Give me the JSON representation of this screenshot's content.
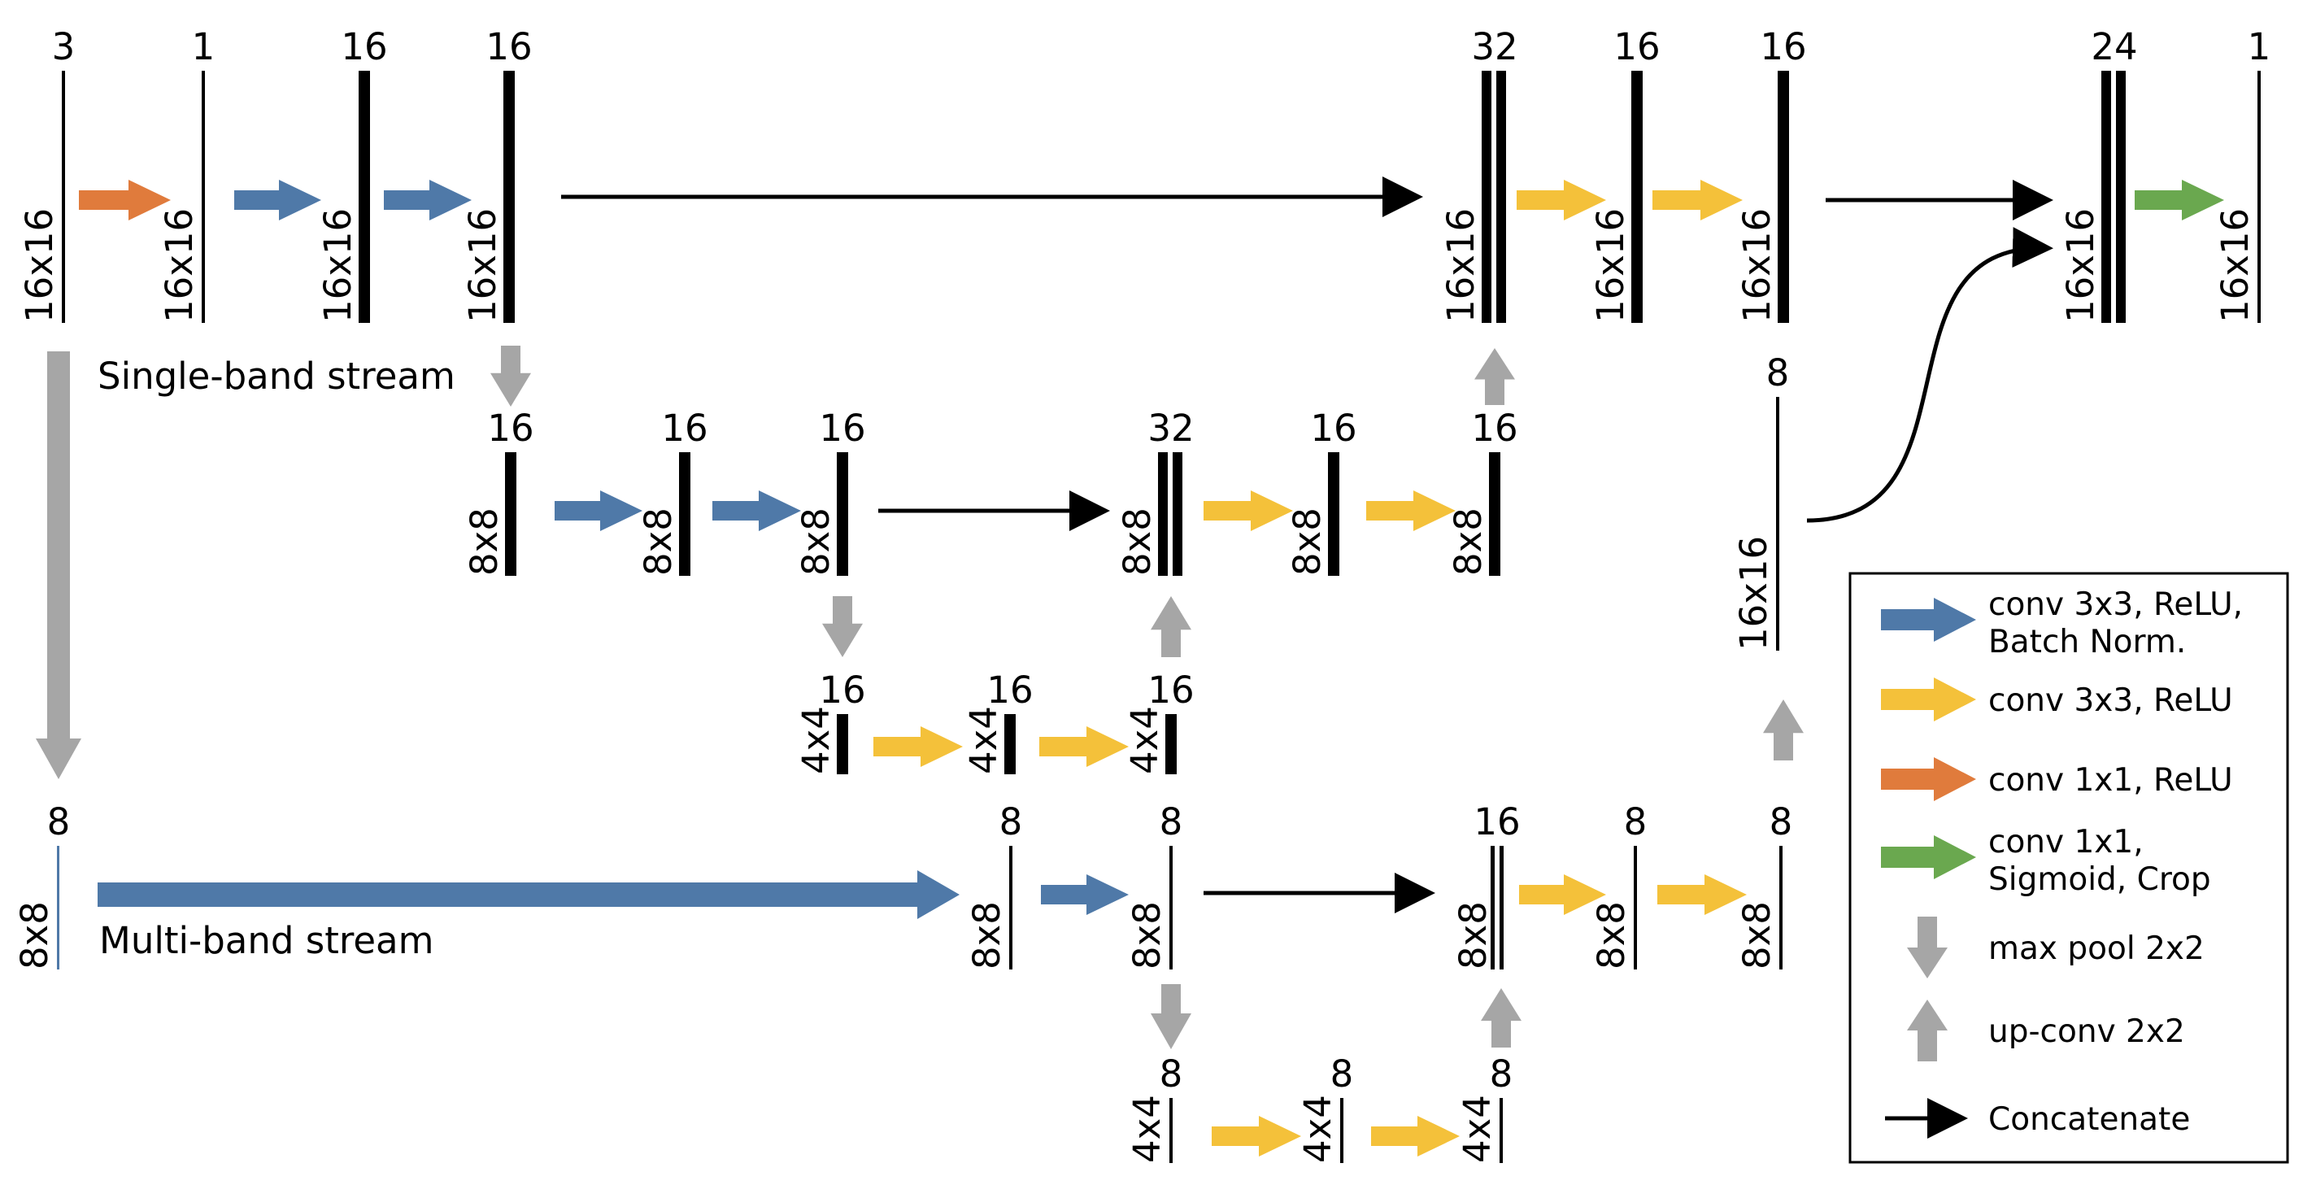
{
  "colors": {
    "conv_bn": "#4f79a8",
    "conv_relu": "#f4c13a",
    "conv_1x1_relu": "#e07b3c",
    "conv_1x1_sigmoid": "#6aa84f",
    "pool": "#a6a6a6",
    "upconv": "#a6a6a6",
    "concat": "#000000",
    "thin_bar": "#4f79a8"
  },
  "streams": {
    "single": "Single-band stream",
    "multi": "Multi-band stream"
  },
  "bars": [
    {
      "id": "s1",
      "channels": "3",
      "size": "16x16"
    },
    {
      "id": "s2",
      "channels": "1",
      "size": "16x16"
    },
    {
      "id": "s3",
      "channels": "16",
      "size": "16x16"
    },
    {
      "id": "s4",
      "channels": "16",
      "size": "16x16"
    },
    {
      "id": "s5",
      "channels": "32",
      "size": "16x16"
    },
    {
      "id": "s6",
      "channels": "16",
      "size": "16x16"
    },
    {
      "id": "s7",
      "channels": "16",
      "size": "16x16"
    },
    {
      "id": "s8",
      "channels": "24",
      "size": "16x16"
    },
    {
      "id": "s9",
      "channels": "1",
      "size": "16x16"
    },
    {
      "id": "a1",
      "channels": "16",
      "size": "8x8"
    },
    {
      "id": "a2",
      "channels": "16",
      "size": "8x8"
    },
    {
      "id": "a3",
      "channels": "16",
      "size": "8x8"
    },
    {
      "id": "a4",
      "channels": "32",
      "size": "8x8"
    },
    {
      "id": "a5",
      "channels": "16",
      "size": "8x8"
    },
    {
      "id": "a6",
      "channels": "16",
      "size": "8x8"
    },
    {
      "id": "b1",
      "channels": "16",
      "size": "4x4"
    },
    {
      "id": "b2",
      "channels": "16",
      "size": "4x4"
    },
    {
      "id": "b3",
      "channels": "16",
      "size": "4x4"
    },
    {
      "id": "r1",
      "channels": "8",
      "size": "16x16"
    },
    {
      "id": "m0",
      "channels": "8",
      "size": "8x8"
    },
    {
      "id": "m1",
      "channels": "8",
      "size": "8x8"
    },
    {
      "id": "m2",
      "channels": "8",
      "size": "8x8"
    },
    {
      "id": "m3",
      "channels": "16",
      "size": "8x8"
    },
    {
      "id": "m4",
      "channels": "8",
      "size": "8x8"
    },
    {
      "id": "m5",
      "channels": "8",
      "size": "8x8"
    },
    {
      "id": "n1",
      "channels": "8",
      "size": "4x4"
    },
    {
      "id": "n2",
      "channels": "8",
      "size": "4x4"
    },
    {
      "id": "n3",
      "channels": "8",
      "size": "4x4"
    }
  ],
  "legend": [
    {
      "kind": "conv_bn",
      "lines": [
        "conv 3x3, ReLU,",
        "Batch Norm."
      ]
    },
    {
      "kind": "conv_relu",
      "lines": [
        "conv 3x3, ReLU"
      ]
    },
    {
      "kind": "conv_1x1_relu",
      "lines": [
        "conv 1x1, ReLU"
      ]
    },
    {
      "kind": "conv_1x1_sigmoid",
      "lines": [
        "conv 1x1,",
        "Sigmoid, Crop"
      ]
    },
    {
      "kind": "pool",
      "lines": [
        "max pool 2x2"
      ]
    },
    {
      "kind": "upconv",
      "lines": [
        "up-conv 2x2"
      ]
    },
    {
      "kind": "concat",
      "lines": [
        "Concatenate"
      ]
    }
  ]
}
